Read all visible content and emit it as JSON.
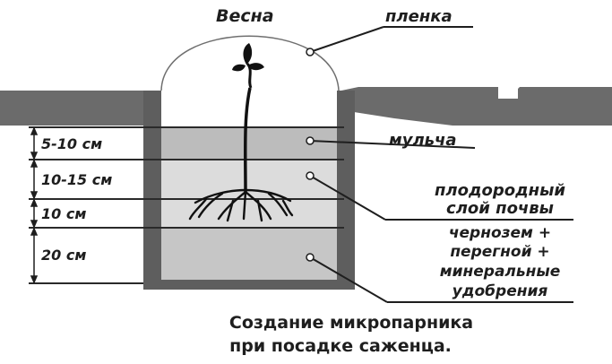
{
  "title": "Весна",
  "labels": {
    "film": "пленка",
    "mulch": "мульча",
    "fertile_layer": [
      "плодородный",
      "слой почвы"
    ],
    "soil_mix": [
      "чернозем +",
      "перегной +",
      "минеральные",
      "удобрения"
    ]
  },
  "depths": [
    "5-10 см",
    "10-15 см",
    "10 см",
    "20 см"
  ],
  "caption": [
    "Создание микропарника",
    "при посадке саженца."
  ]
}
